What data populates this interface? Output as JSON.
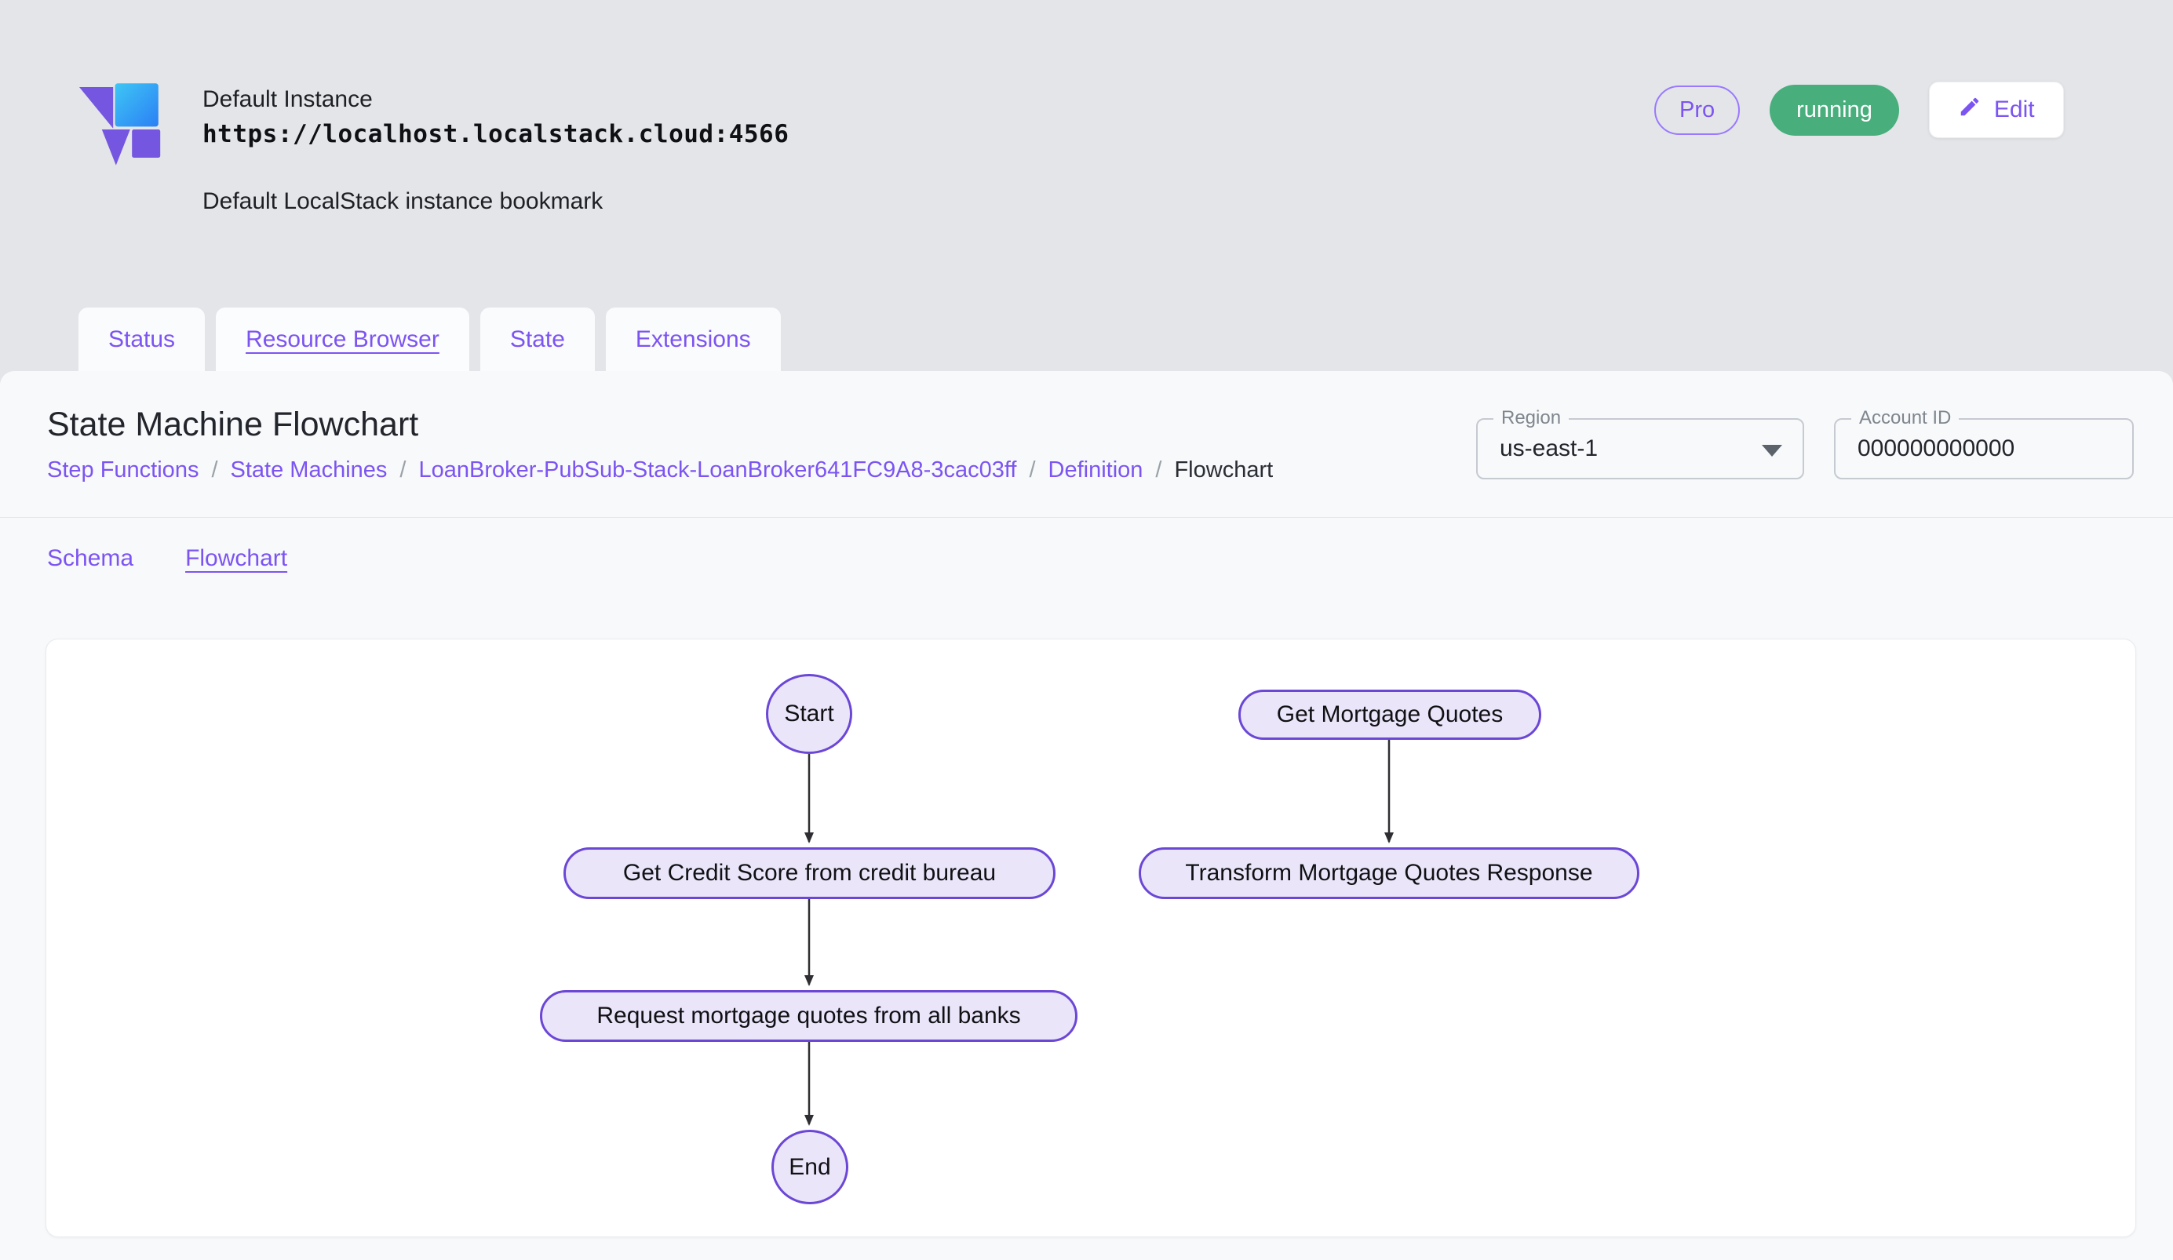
{
  "header": {
    "instance_name": "Default Instance",
    "instance_url": "https://localhost.localstack.cloud:4566",
    "instance_description": "Default LocalStack instance bookmark",
    "pro_label": "Pro",
    "status_badge": "running",
    "edit_label": "Edit",
    "icons": {
      "logo": "localstack-logo",
      "edit": "pencil-icon"
    }
  },
  "tabs": [
    {
      "label": "Status",
      "active": false
    },
    {
      "label": "Resource Browser",
      "active": true
    },
    {
      "label": "State",
      "active": false
    },
    {
      "label": "Extensions",
      "active": false
    }
  ],
  "page": {
    "title": "State Machine Flowchart",
    "breadcrumb": [
      "Step Functions",
      "State Machines",
      "LoanBroker-PubSub-Stack-LoanBroker641FC9A8-3cac03ff",
      "Definition",
      "Flowchart"
    ],
    "breadcrumb_separator": "/",
    "region": {
      "label": "Region",
      "value": "us-east-1"
    },
    "account_id": {
      "label": "Account ID",
      "value": "000000000000"
    }
  },
  "subtabs": [
    {
      "label": "Schema",
      "active": false
    },
    {
      "label": "Flowchart",
      "active": true
    }
  ],
  "flowchart": {
    "nodes": [
      {
        "id": "start",
        "label": "Start",
        "shape": "ellipse"
      },
      {
        "id": "get-credit-score",
        "label": "Get Credit Score from credit bureau",
        "shape": "rect"
      },
      {
        "id": "request-quotes",
        "label": "Request mortgage quotes from all banks",
        "shape": "rect"
      },
      {
        "id": "end",
        "label": "End",
        "shape": "ellipse"
      },
      {
        "id": "get-mortgage-quotes",
        "label": "Get Mortgage Quotes",
        "shape": "rect"
      },
      {
        "id": "transform-response",
        "label": "Transform Mortgage Quotes Response",
        "shape": "rect"
      }
    ],
    "edges": [
      [
        "start",
        "get-credit-score"
      ],
      [
        "get-credit-score",
        "request-quotes"
      ],
      [
        "request-quotes",
        "end"
      ],
      [
        "get-mortgage-quotes",
        "transform-response"
      ]
    ]
  },
  "colors": {
    "accent_purple": "#7c54f2",
    "badge_green": "#47ae7c",
    "node_border": "#6b47d6",
    "node_fill": "#ebe5fa",
    "panel_bg": "#f7f9fa",
    "page_bg": "#e3e5e8"
  }
}
